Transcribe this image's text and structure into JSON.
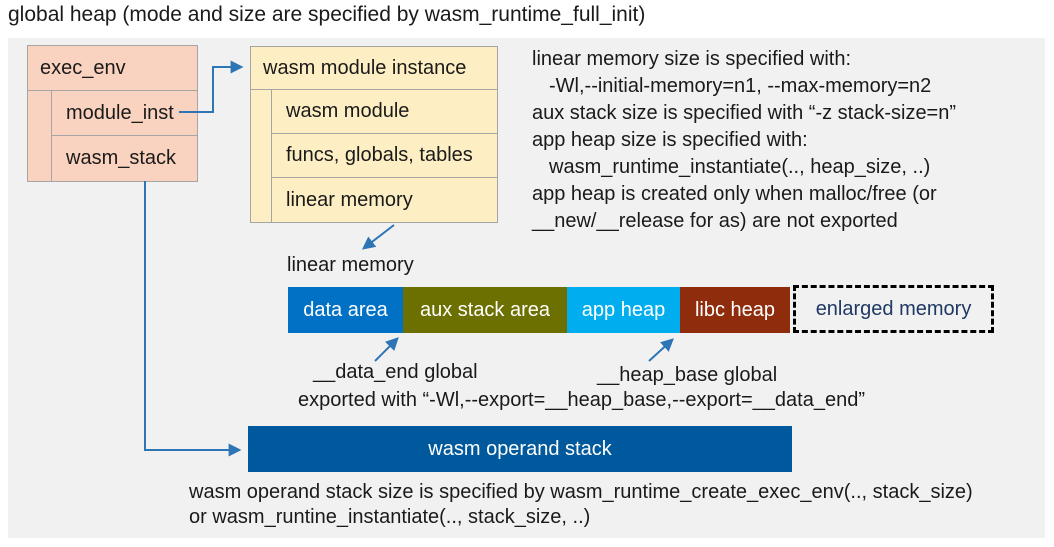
{
  "title": "global heap (mode and size are specified by wasm_runtime_full_init)",
  "exec_env": {
    "header": "exec_env",
    "rows": [
      "module_inst",
      "wasm_stack"
    ]
  },
  "module_instance": {
    "header": "wasm module instance",
    "rows": [
      "wasm module",
      "funcs, globals, tables",
      "linear memory"
    ]
  },
  "notes": {
    "lines": [
      "linear memory size is specified with:",
      "-Wl,--initial-memory=n1, --max-memory=n2",
      "aux stack size is specified with “-z stack-size=n”",
      "app heap size is specified with:",
      "wasm_runtime_instantiate(.., heap_size, ..)",
      "app heap is created only when malloc/free (or",
      "__new/__release for as) are not exported"
    ]
  },
  "linear_memory": {
    "label": "linear memory",
    "segments": [
      {
        "label": "data area",
        "color": "#0071c5"
      },
      {
        "label": "aux stack area",
        "color": "#6c7000"
      },
      {
        "label": "app heap",
        "color": "#00aeef"
      },
      {
        "label": "libc heap",
        "color": "#8f2c0c"
      },
      {
        "label": "enlarged memory",
        "color": "none",
        "border": "dashed-black"
      }
    ],
    "annotations": {
      "data_end": "__data_end global",
      "heap_base": "__heap_base global",
      "exported": "exported with “-Wl,--export=__heap_base,--export=__data_end”"
    }
  },
  "operand_stack": {
    "label": "wasm operand stack",
    "notes": [
      "wasm operand stack size is specified by wasm_runtime_create_exec_env(.., stack_size)",
      "or wasm_runtine_instantiate(.., stack_size, ..)"
    ]
  },
  "colors": {
    "panel_bg": "#f1f1f1",
    "exec_env_fill": "#fad3c0",
    "module_instance_fill": "#fdeec3",
    "box_border": "#a5a5a5",
    "data_area": "#0071c5",
    "aux_stack_area": "#6c7000",
    "app_heap": "#00aeef",
    "libc_heap": "#8f2c0c",
    "operand_stack": "#00599c",
    "enlarged_memory_text": "#1f3864",
    "arrow": "#2e75b6"
  }
}
